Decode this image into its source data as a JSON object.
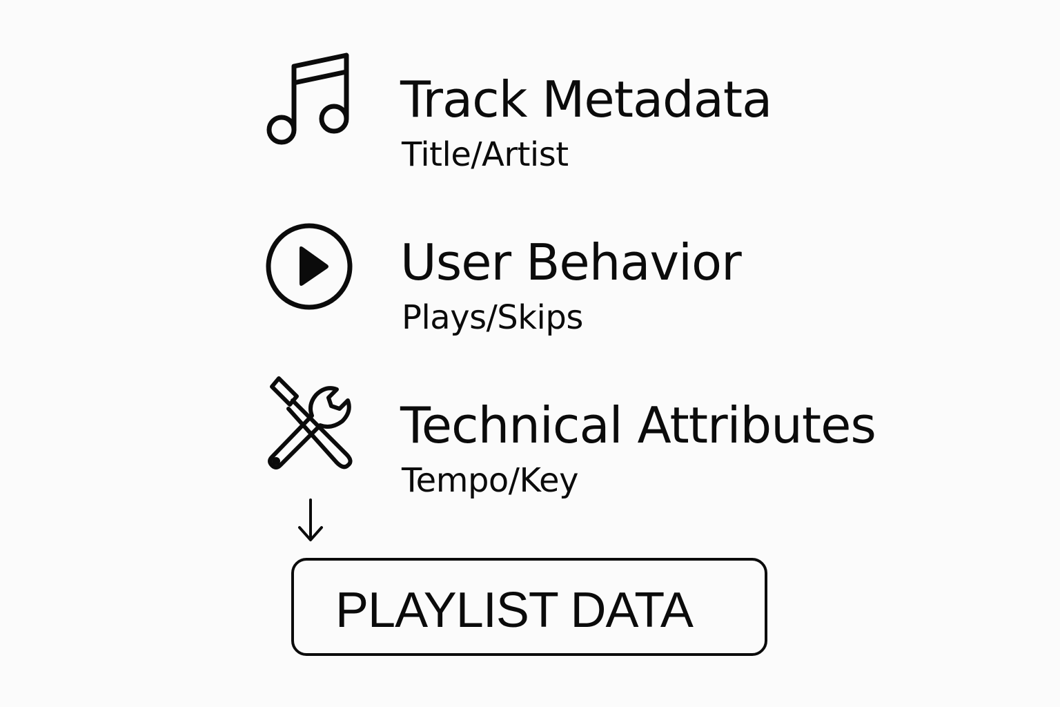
{
  "sources": [
    {
      "icon": "music-note-icon",
      "title": "Track Metadata",
      "subtitle": "Title/Artist"
    },
    {
      "icon": "play-circle-icon",
      "title": "User Behavior",
      "subtitle": "Plays/Skips"
    },
    {
      "icon": "tools-icon",
      "title": "Technical Attributes",
      "subtitle": "Tempo/Key"
    }
  ],
  "flow_icon": "arrow-down-icon",
  "result": {
    "label": "PLAYLIST DATA"
  },
  "colors": {
    "background": "#fbfbfb",
    "foreground": "#0b0b0b"
  }
}
